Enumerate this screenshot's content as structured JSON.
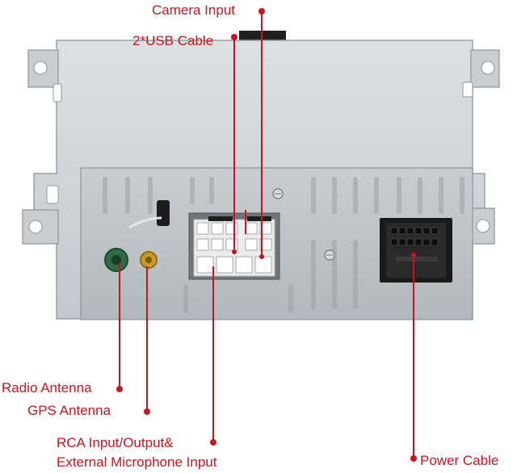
{
  "labels": {
    "camera_input": "Camera Input",
    "usb_cable": "2*USB Cable",
    "radio_antenna": "Radio Antenna",
    "gps_antenna": "GPS Antenna",
    "rca_line1": "RCA Input/Output&",
    "rca_line2": "External Microphone Input",
    "power_cable": "Power Cable"
  },
  "colors": {
    "callout": "#c8141e",
    "chassis": "#cfd3d6",
    "panel": "#bfc4c8",
    "connector_body": "#e9e9e9",
    "radio_antenna_jack": "#2f6b45",
    "gps_antenna_jack": "#c99a2a"
  }
}
